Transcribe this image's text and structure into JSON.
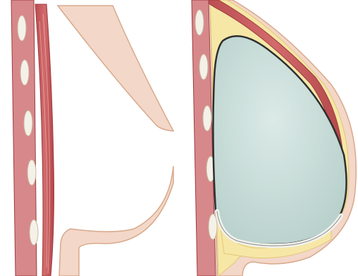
{
  "figure": {
    "panels": [
      {
        "id": "left",
        "depicts": "chest-wall-before"
      },
      {
        "id": "right",
        "depicts": "chest-wall-with-implant"
      }
    ],
    "colors": {
      "background": "#ffffff",
      "muscle_red": "#c8595c",
      "muscle_dark": "#9e3d40",
      "muscle_light": "#e7a7a4",
      "rib_white": "#f4f1e8",
      "skin_tone": "#f3d7c8",
      "skin_edge": "#d8a98c",
      "fat_yellow": "#f6e7a6",
      "implant_fill": "#cfe3df",
      "implant_edge": "#3a3a3a",
      "capsule_white": "#f2f2ee"
    }
  }
}
